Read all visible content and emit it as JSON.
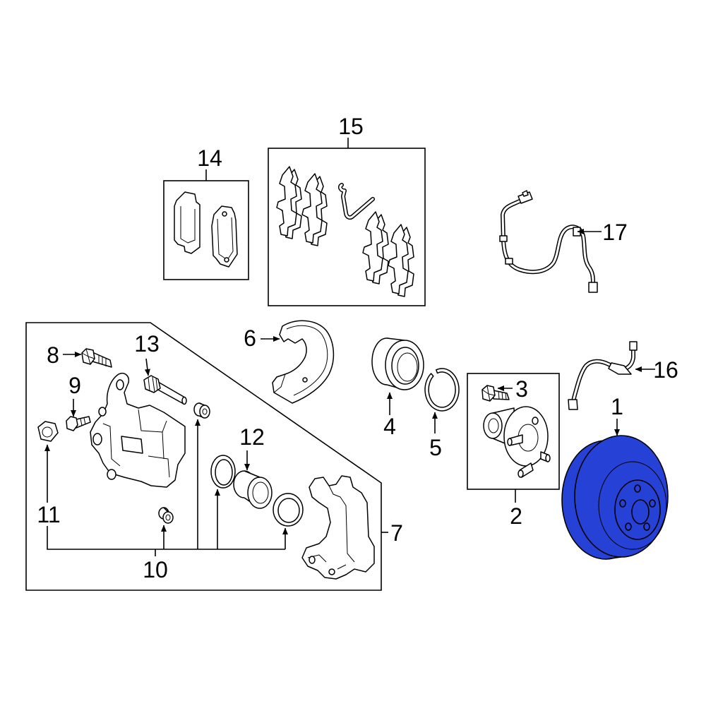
{
  "callouts": [
    "1",
    "2",
    "3",
    "4",
    "5",
    "6",
    "7",
    "8",
    "9",
    "10",
    "11",
    "12",
    "13",
    "14",
    "15",
    "16",
    "17"
  ],
  "colors": {
    "highlight": "#2541d6",
    "linework": "#000000",
    "background": "#ffffff"
  }
}
